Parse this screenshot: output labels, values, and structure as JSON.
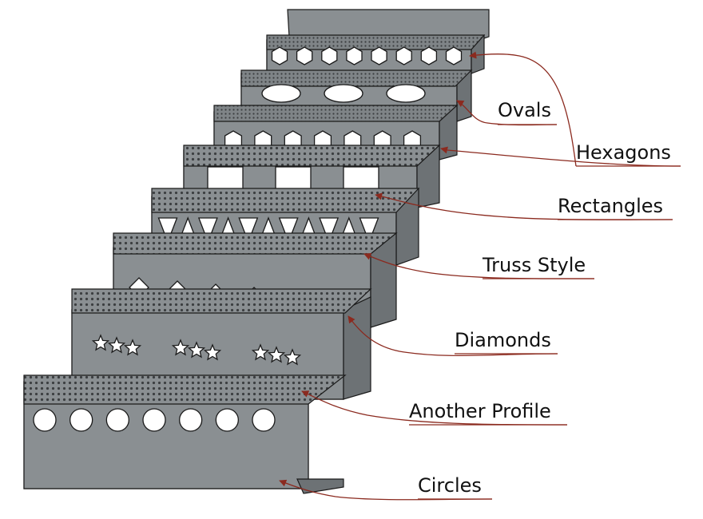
{
  "colors": {
    "steel_face": "#8a8f92",
    "steel_dark": "#6d7275",
    "tread_dot": "#3c3f41",
    "hole": "#ffffff",
    "outline": "#1a1a1a",
    "leader": "#8b2a1f",
    "label_text": "#111111",
    "underline": "#8b2a1f"
  },
  "labels": [
    {
      "id": "ovals",
      "text": "Ovals",
      "shape": "oval"
    },
    {
      "id": "hexagons",
      "text": "Hexagons",
      "shape": "hexagon"
    },
    {
      "id": "rectangles",
      "text": "Rectangles",
      "shape": "rectangle"
    },
    {
      "id": "truss",
      "text": "Truss Style",
      "shape": "triangle"
    },
    {
      "id": "diamonds",
      "text": "Diamonds",
      "shape": "diamond"
    },
    {
      "id": "another",
      "text": "Another Profile",
      "shape": "star-cluster"
    },
    {
      "id": "circles",
      "text": "Circles",
      "shape": "circle"
    }
  ]
}
